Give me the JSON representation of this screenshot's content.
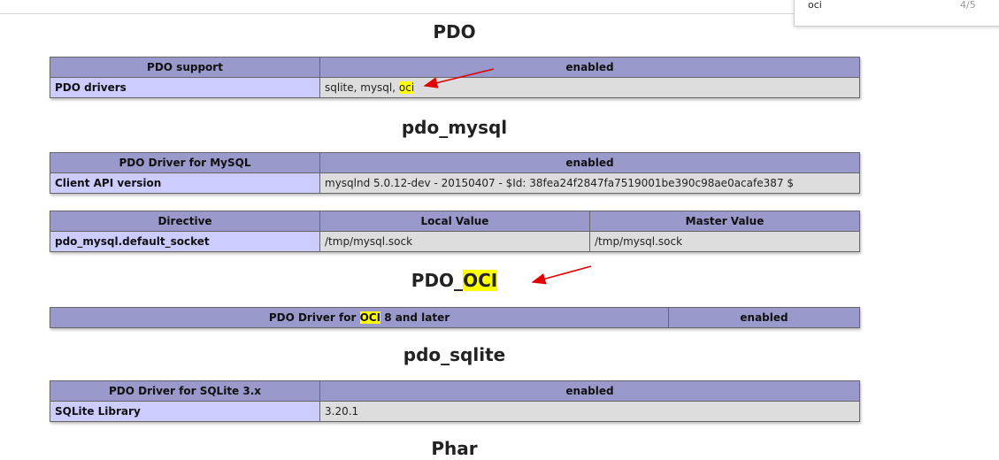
{
  "find_bar": {
    "query": "oci",
    "count": "4/5"
  },
  "sections": [
    {
      "title": "PDO",
      "tables": [
        {
          "header": [
            "PDO support",
            "enabled"
          ],
          "rows": [
            {
              "key": "PDO drivers",
              "value_prefix": "sqlite, mysql, ",
              "value_highlight": "oci"
            }
          ]
        }
      ]
    },
    {
      "title": "pdo_mysql",
      "tables": [
        {
          "header": [
            "PDO Driver for MySQL",
            "enabled"
          ],
          "rows": [
            {
              "key": "Client API version",
              "value": "mysqlnd 5.0.12-dev - 20150407 - $Id: 38fea24f2847fa7519001be390c98ae0acafe387 $"
            }
          ]
        },
        {
          "header": [
            "Directive",
            "Local Value",
            "Master Value"
          ],
          "rows": [
            {
              "key": "pdo_mysql.default_socket",
              "local": "/tmp/mysql.sock",
              "master": "/tmp/mysql.sock"
            }
          ]
        }
      ]
    },
    {
      "title_prefix": "PDO_",
      "title_highlight": "OCI",
      "tables": [
        {
          "header_prefix": "PDO Driver for ",
          "header_highlight": "OCI",
          "header_suffix": " 8 and later",
          "header_value": "enabled"
        }
      ]
    },
    {
      "title": "pdo_sqlite",
      "tables": [
        {
          "header": [
            "PDO Driver for SQLite 3.x",
            "enabled"
          ],
          "rows": [
            {
              "key": "SQLite Library",
              "value": "3.20.1"
            }
          ]
        }
      ]
    },
    {
      "title": "Phar"
    }
  ],
  "colors": {
    "header": "#9999cc",
    "key_cell": "#ccccff",
    "value_cell": "#dddddd",
    "highlight": "#ffff00",
    "arrow": "#e00000"
  }
}
